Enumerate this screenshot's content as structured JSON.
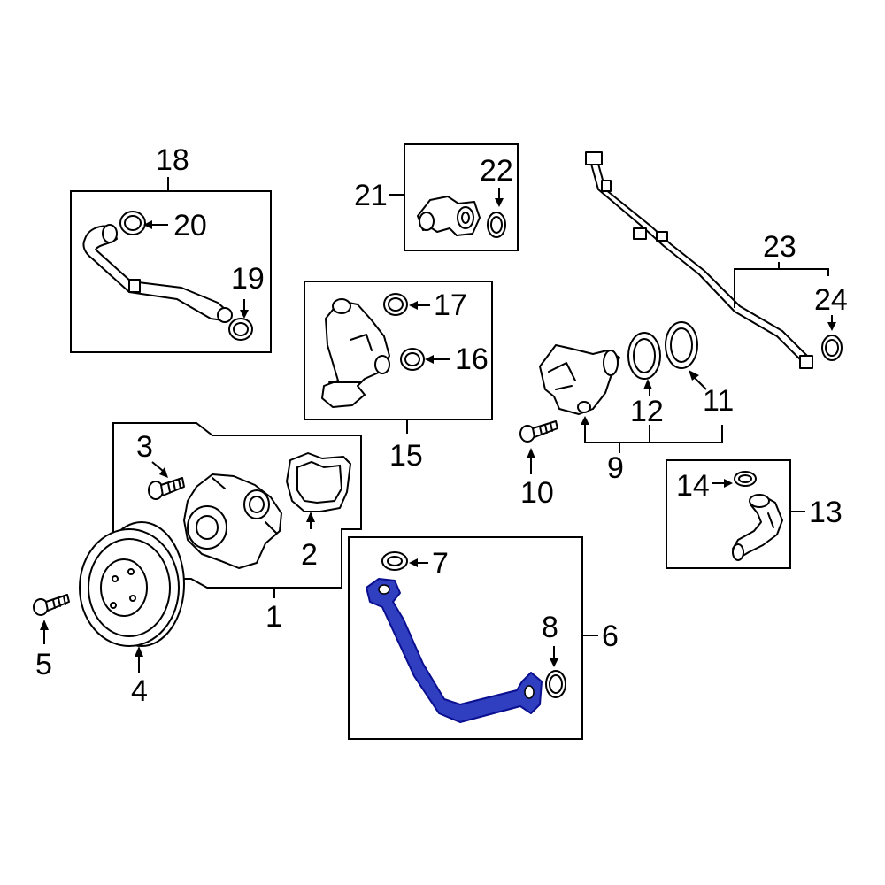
{
  "colors": {
    "background": "#ffffff",
    "line": "#000000",
    "highlight_fill": "#2f3fbf",
    "highlight_stroke": "#0a0f8f"
  },
  "highlighted_part": "6",
  "callouts": {
    "c1": "1",
    "c2": "2",
    "c3": "3",
    "c4": "4",
    "c5": "5",
    "c6": "6",
    "c7": "7",
    "c8": "8",
    "c9": "9",
    "c10": "10",
    "c11": "11",
    "c12": "12",
    "c13": "13",
    "c14": "14",
    "c15": "15",
    "c16": "16",
    "c17": "17",
    "c18": "18",
    "c19": "19",
    "c20": "20",
    "c21": "21",
    "c22": "22",
    "c23": "23",
    "c24": "24"
  }
}
